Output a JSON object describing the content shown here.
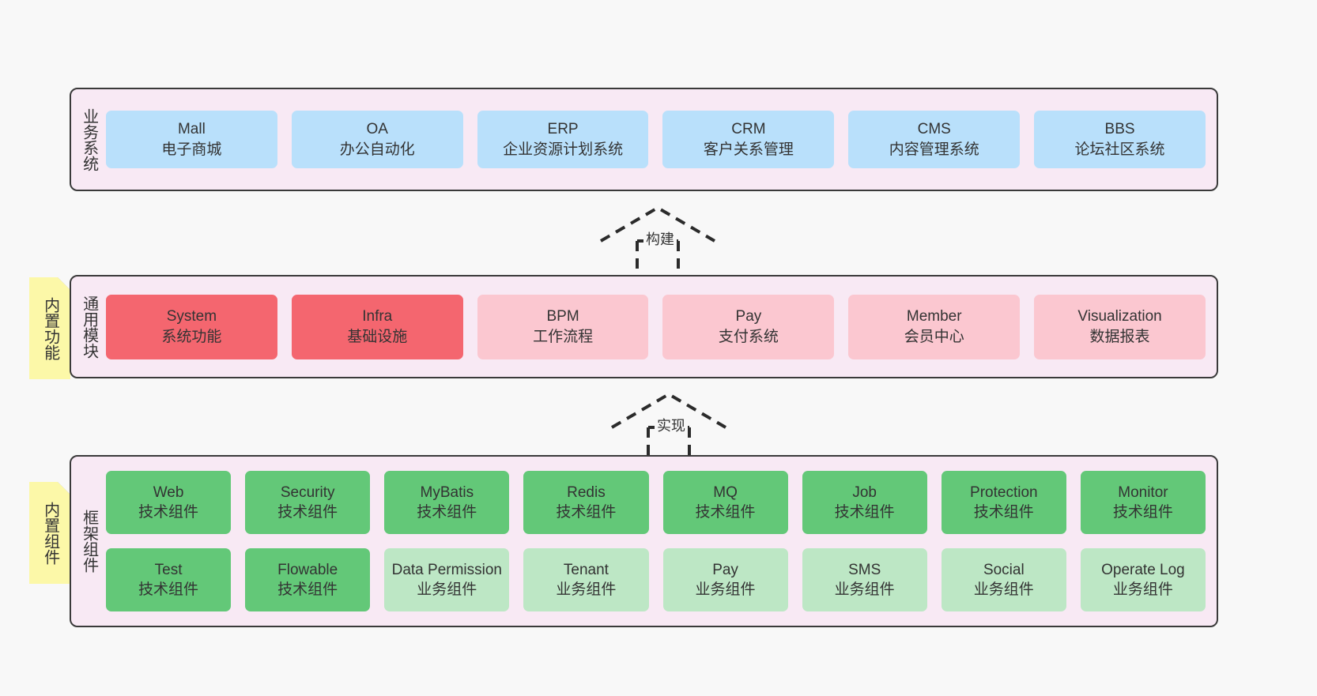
{
  "diagram": {
    "title_not_shown": "",
    "colors": {
      "background": "#f8f8f8",
      "panel": "#f8e9f4",
      "panel_border": "#3a3a3a",
      "blue": "#b9e0fb",
      "red": "#f4666f",
      "pink": "#fbc7d0",
      "green": "#63c878",
      "green_light": "#bde7c5",
      "note_yellow": "#fcf8a8",
      "note_fold": "#c9c9c9",
      "text": "#333333"
    }
  },
  "layers": {
    "business": {
      "title": "业务系统",
      "nodes": [
        {
          "en": "Mall",
          "cn": "电子商城",
          "color": "blue"
        },
        {
          "en": "OA",
          "cn": "办公自动化",
          "color": "blue"
        },
        {
          "en": "ERP",
          "cn": "企业资源计划系统",
          "color": "blue"
        },
        {
          "en": "CRM",
          "cn": "客户关系管理",
          "color": "blue"
        },
        {
          "en": "CMS",
          "cn": "内容管理系统",
          "color": "blue"
        },
        {
          "en": "BBS",
          "cn": "论坛社区系统",
          "color": "blue"
        }
      ]
    },
    "common": {
      "title": "通用模块",
      "note": "内置功能",
      "nodes": [
        {
          "en": "System",
          "cn": "系统功能",
          "color": "red"
        },
        {
          "en": "Infra",
          "cn": "基础设施",
          "color": "red"
        },
        {
          "en": "BPM",
          "cn": "工作流程",
          "color": "pink"
        },
        {
          "en": "Pay",
          "cn": "支付系统",
          "color": "pink"
        },
        {
          "en": "Member",
          "cn": "会员中心",
          "color": "pink"
        },
        {
          "en": "Visualization",
          "cn": "数据报表",
          "color": "pink"
        }
      ]
    },
    "framework": {
      "title": "框架组件",
      "note": "内置组件",
      "row1": [
        {
          "en": "Web",
          "cn": "技术组件",
          "color": "green"
        },
        {
          "en": "Security",
          "cn": "技术组件",
          "color": "green"
        },
        {
          "en": "MyBatis",
          "cn": "技术组件",
          "color": "green"
        },
        {
          "en": "Redis",
          "cn": "技术组件",
          "color": "green"
        },
        {
          "en": "MQ",
          "cn": "技术组件",
          "color": "green"
        },
        {
          "en": "Job",
          "cn": "技术组件",
          "color": "green"
        },
        {
          "en": "Protection",
          "cn": "技术组件",
          "color": "green"
        },
        {
          "en": "Monitor",
          "cn": "技术组件",
          "color": "green"
        }
      ],
      "row2": [
        {
          "en": "Test",
          "cn": "技术组件",
          "color": "green"
        },
        {
          "en": "Flowable",
          "cn": "技术组件",
          "color": "green"
        },
        {
          "en": "Data Permission",
          "cn": "业务组件",
          "color": "green-light"
        },
        {
          "en": "Tenant",
          "cn": "业务组件",
          "color": "green-light"
        },
        {
          "en": "Pay",
          "cn": "业务组件",
          "color": "green-light"
        },
        {
          "en": "SMS",
          "cn": "业务组件",
          "color": "green-light"
        },
        {
          "en": "Social",
          "cn": "业务组件",
          "color": "green-light"
        },
        {
          "en": "Operate Log",
          "cn": "业务组件",
          "color": "green-light"
        }
      ]
    }
  },
  "connectors": [
    {
      "id": "build",
      "label": "构建",
      "style": "dashed-hollow-triangle",
      "direction": "up"
    },
    {
      "id": "impl",
      "label": "实现",
      "style": "dashed-hollow-triangle",
      "direction": "up"
    }
  ]
}
